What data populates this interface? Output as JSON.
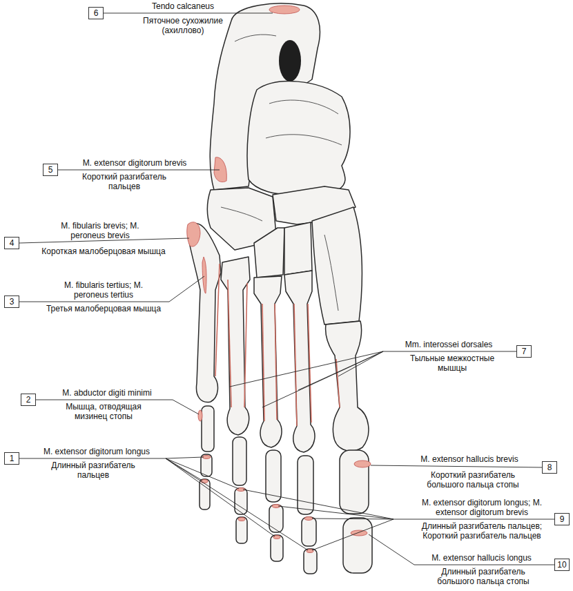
{
  "diagram": {
    "nodes": [
      {
        "text": [
          "6"
        ]
      },
      {
        "text": [
          "5"
        ]
      },
      {
        "text": [
          "4"
        ]
      },
      {
        "text": [
          "3"
        ]
      },
      {
        "text": [
          "7"
        ]
      },
      {
        "text": [
          "2"
        ]
      },
      {
        "text": [
          "1"
        ]
      },
      {
        "text": [
          "8"
        ]
      },
      {
        "text": [
          "9"
        ]
      },
      {
        "text": [
          "10"
        ]
      }
    ],
    "labels": [
      "Tendo calcaneus",
      "Пяточное сухожилие (ахиллово)",
      "M. extensor digitorum brevis",
      "Короткий разгибатель пальцев",
      "M. fibularis brevis; M. peroneus brevis",
      "Короткая малоберцовая мышца",
      "M. fibularis tertius; M. peroneus tertius",
      "Третья малоберцовая мышца",
      "Mm. interossei dorsales",
      "Тыльные межкостные мышцы",
      "M. abductor digiti minimi",
      "Мышца, отводящая мизинец стопы",
      "M. extensor digitorum longus",
      "Длинный разгибатель пальцев",
      "M. extensor hallucis brevis",
      "Короткий разгибатель большого пальца стопы",
      "M. extensor digitorum longus; M. extensor digitorum brevis",
      "Длинный разгибатель пальцев; Короткий разгибатель пальцев",
      "M. extensor hallucis longus",
      "Длинный разгибатель большого пальца стопы"
    ]
  }
}
